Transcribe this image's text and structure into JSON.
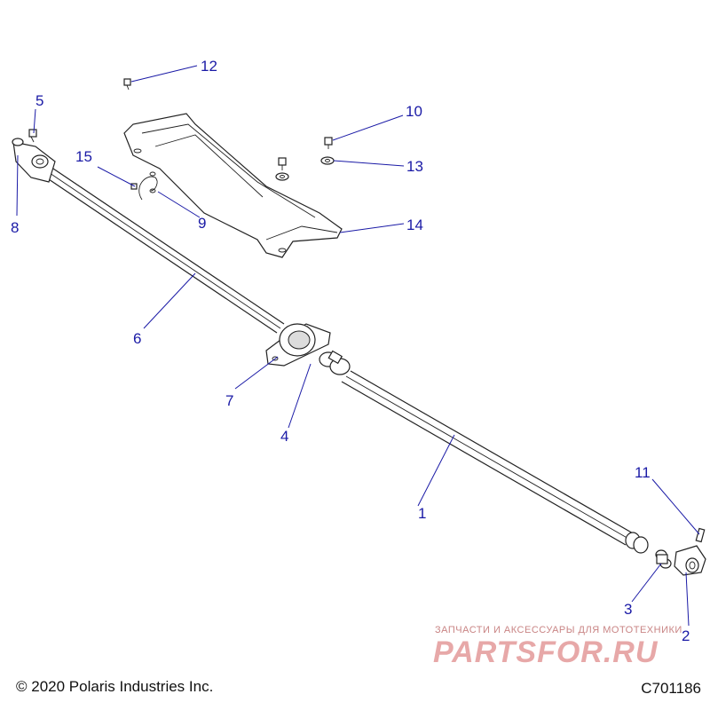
{
  "callouts": [
    {
      "id": "1",
      "label": "1"
    },
    {
      "id": "2",
      "label": "2"
    },
    {
      "id": "3",
      "label": "3"
    },
    {
      "id": "4",
      "label": "4"
    },
    {
      "id": "5",
      "label": "5"
    },
    {
      "id": "6",
      "label": "6"
    },
    {
      "id": "7",
      "label": "7"
    },
    {
      "id": "8",
      "label": "8"
    },
    {
      "id": "9",
      "label": "9"
    },
    {
      "id": "10",
      "label": "10"
    },
    {
      "id": "11",
      "label": "11"
    },
    {
      "id": "12",
      "label": "12"
    },
    {
      "id": "13",
      "label": "13"
    },
    {
      "id": "14",
      "label": "14"
    },
    {
      "id": "15",
      "label": "15"
    }
  ],
  "footer": {
    "copyright": "© 2020 Polaris Industries Inc.",
    "code": "C701186"
  },
  "watermark": {
    "line": "ЗАПЧАСТИ И АКСЕССУАРЫ ДЛЯ МОТОТЕХНИКИ",
    "brand": "PARTSFOR.RU"
  },
  "colors": {
    "callout": "#1a1aa6",
    "linework": "#222222",
    "watermark": "#e7a8a8"
  }
}
